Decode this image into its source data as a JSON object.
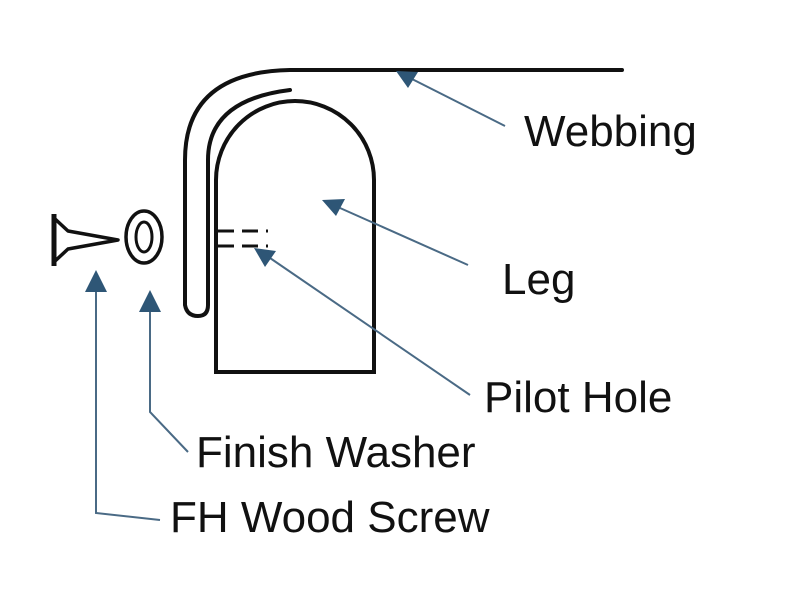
{
  "labels": {
    "webbing": "Webbing",
    "leg": "Leg",
    "pilot_hole": "Pilot Hole",
    "finish_washer": "Finish Washer",
    "fh_wood_screw": "FH Wood Screw"
  },
  "colors": {
    "line": "#111111",
    "leader": "#4a6a85",
    "arrowhead": "#2e5676",
    "background": "#ffffff"
  }
}
